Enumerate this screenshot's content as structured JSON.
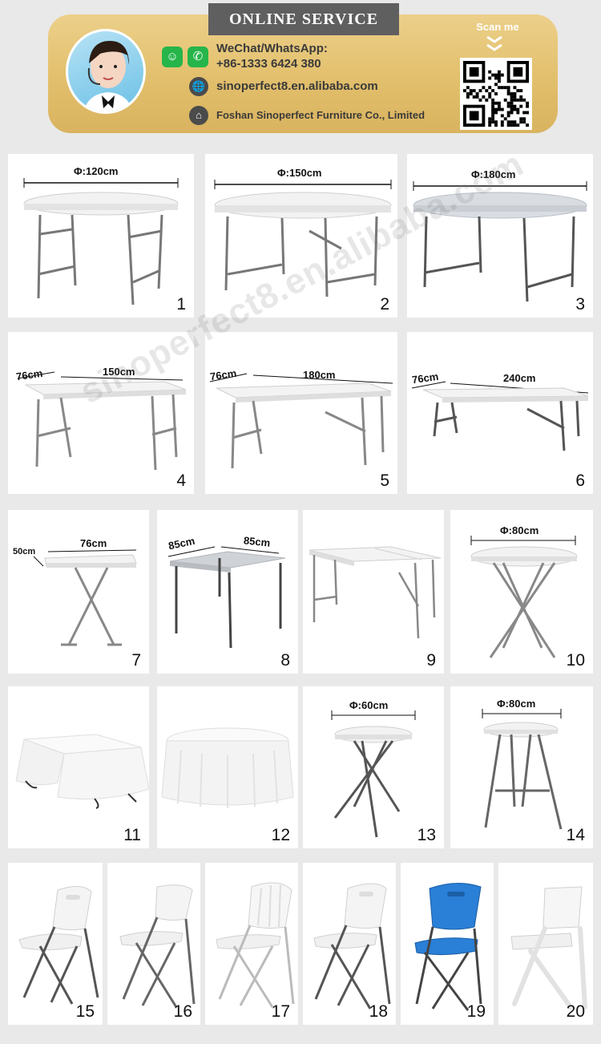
{
  "header": {
    "title": "ONLINE SERVICE",
    "contact_label": "WeChat/WhatsApp:",
    "phone": "+86-1333 6424 380",
    "website": "sinoperfect8.en.alibaba.com",
    "company": "Foshan Sinoperfect Furniture Co., Limited",
    "scan_label": "Scan me"
  },
  "colors": {
    "banner": "#e2bf6c",
    "tab": "#5f5f5f",
    "whatsapp": "#26b54a",
    "blue_chair": "#2a7fd6"
  },
  "products": [
    {
      "number": "1",
      "dims": [
        "Φ:120cm"
      ]
    },
    {
      "number": "2",
      "dims": [
        "Φ:150cm"
      ]
    },
    {
      "number": "3",
      "dims": [
        "Φ:180cm"
      ]
    },
    {
      "number": "4",
      "dims": [
        "76cm",
        "150cm"
      ]
    },
    {
      "number": "5",
      "dims": [
        "76cm",
        "180cm"
      ]
    },
    {
      "number": "6",
      "dims": [
        "76cm",
        "240cm"
      ]
    },
    {
      "number": "7",
      "dims": [
        "50cm",
        "76cm"
      ]
    },
    {
      "number": "8",
      "dims": [
        "85cm",
        "85cm"
      ]
    },
    {
      "number": "9",
      "dims": []
    },
    {
      "number": "10",
      "dims": [
        "Φ:80cm"
      ]
    },
    {
      "number": "11",
      "dims": []
    },
    {
      "number": "12",
      "dims": []
    },
    {
      "number": "13",
      "dims": [
        "Φ:60cm"
      ]
    },
    {
      "number": "14",
      "dims": [
        "Φ:80cm"
      ]
    },
    {
      "number": "15",
      "dims": []
    },
    {
      "number": "16",
      "dims": []
    },
    {
      "number": "17",
      "dims": []
    },
    {
      "number": "18",
      "dims": []
    },
    {
      "number": "19",
      "dims": []
    },
    {
      "number": "20",
      "dims": []
    }
  ],
  "watermark": "sinoperfect8.en.alibaba.com"
}
